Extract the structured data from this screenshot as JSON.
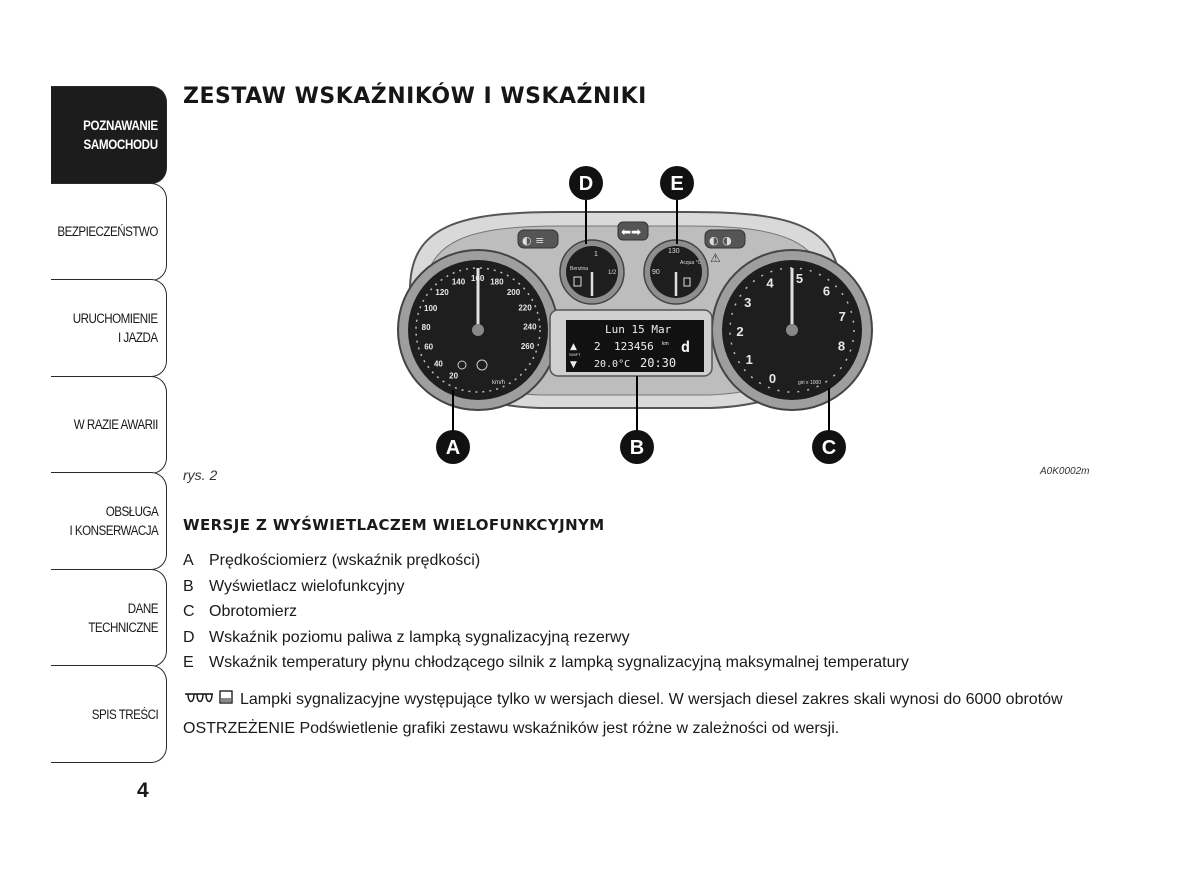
{
  "sidebar": {
    "tabs": [
      {
        "label": "POZNAWANIE\nSAMOCHODU",
        "active": true
      },
      {
        "label": "BEZPIECZEŃSTWO",
        "active": false
      },
      {
        "label": "URUCHOMIENIE\nI JAZDA",
        "active": false
      },
      {
        "label": "W RAZIE AWARII",
        "active": false
      },
      {
        "label": "OBSŁUGA\nI KONSERWACJA",
        "active": false
      },
      {
        "label": "DANE\nTECHNICZNE",
        "active": false
      },
      {
        "label": "SPIS TREŚCI",
        "active": false
      }
    ],
    "page_number": "4"
  },
  "title": "ZESTAW WSKAŹNIKÓW I WSKAŹNIKI",
  "figure": {
    "caption": "rys. 2",
    "code": "A0K0002m",
    "callouts": [
      "A",
      "B",
      "C",
      "D",
      "E"
    ],
    "speedometer_ticks": [
      "20",
      "40",
      "60",
      "80",
      "100",
      "120",
      "140",
      "160",
      "180",
      "200",
      "220",
      "240",
      "260"
    ],
    "speed_unit": "km/h",
    "tachometer_ticks": [
      "0",
      "1",
      "2",
      "3",
      "4",
      "5",
      "6",
      "7",
      "8"
    ],
    "tacho_unit": "giri x 1000",
    "fuel_labels": [
      "1",
      "1/2",
      "Benzina"
    ],
    "temp_labels": [
      "130",
      "90",
      "Acqua °C"
    ],
    "display": {
      "date": "Lun 15 Mar",
      "odometer": "123456",
      "odometer_unit": "km",
      "trip_prefix": "2",
      "mode_letter": "d",
      "shift_label": "SHIFT",
      "temperature": "20.0°C",
      "time": "20:30"
    }
  },
  "subtitle": "WERSJE Z WYŚWIETLACZEM WIELOFUNKCYJNYM",
  "legend": [
    {
      "key": "A",
      "text": "Prędkościomierz (wskaźnik prędkości)"
    },
    {
      "key": "B",
      "text": "Wyświetlacz wielofunkcyjny"
    },
    {
      "key": "C",
      "text": "Obrotomierz"
    },
    {
      "key": "D",
      "text": "Wskaźnik poziomu paliwa z lampką sygnalizacyjną rezerwy"
    },
    {
      "key": "E",
      "text": "Wskaźnik temperatury płynu chłodzącego silnik z lampką sygnalizacyjną maksymalnej temperatury"
    }
  ],
  "note": "Lampki sygnalizacyjne występujące tylko w wersjach diesel. W wersjach diesel zakres skali wynosi do 6000 obrotów",
  "warning": "OSTRZEŻENIE Podświetlenie grafiki zestawu wskaźników jest różne w zależności od wersji."
}
